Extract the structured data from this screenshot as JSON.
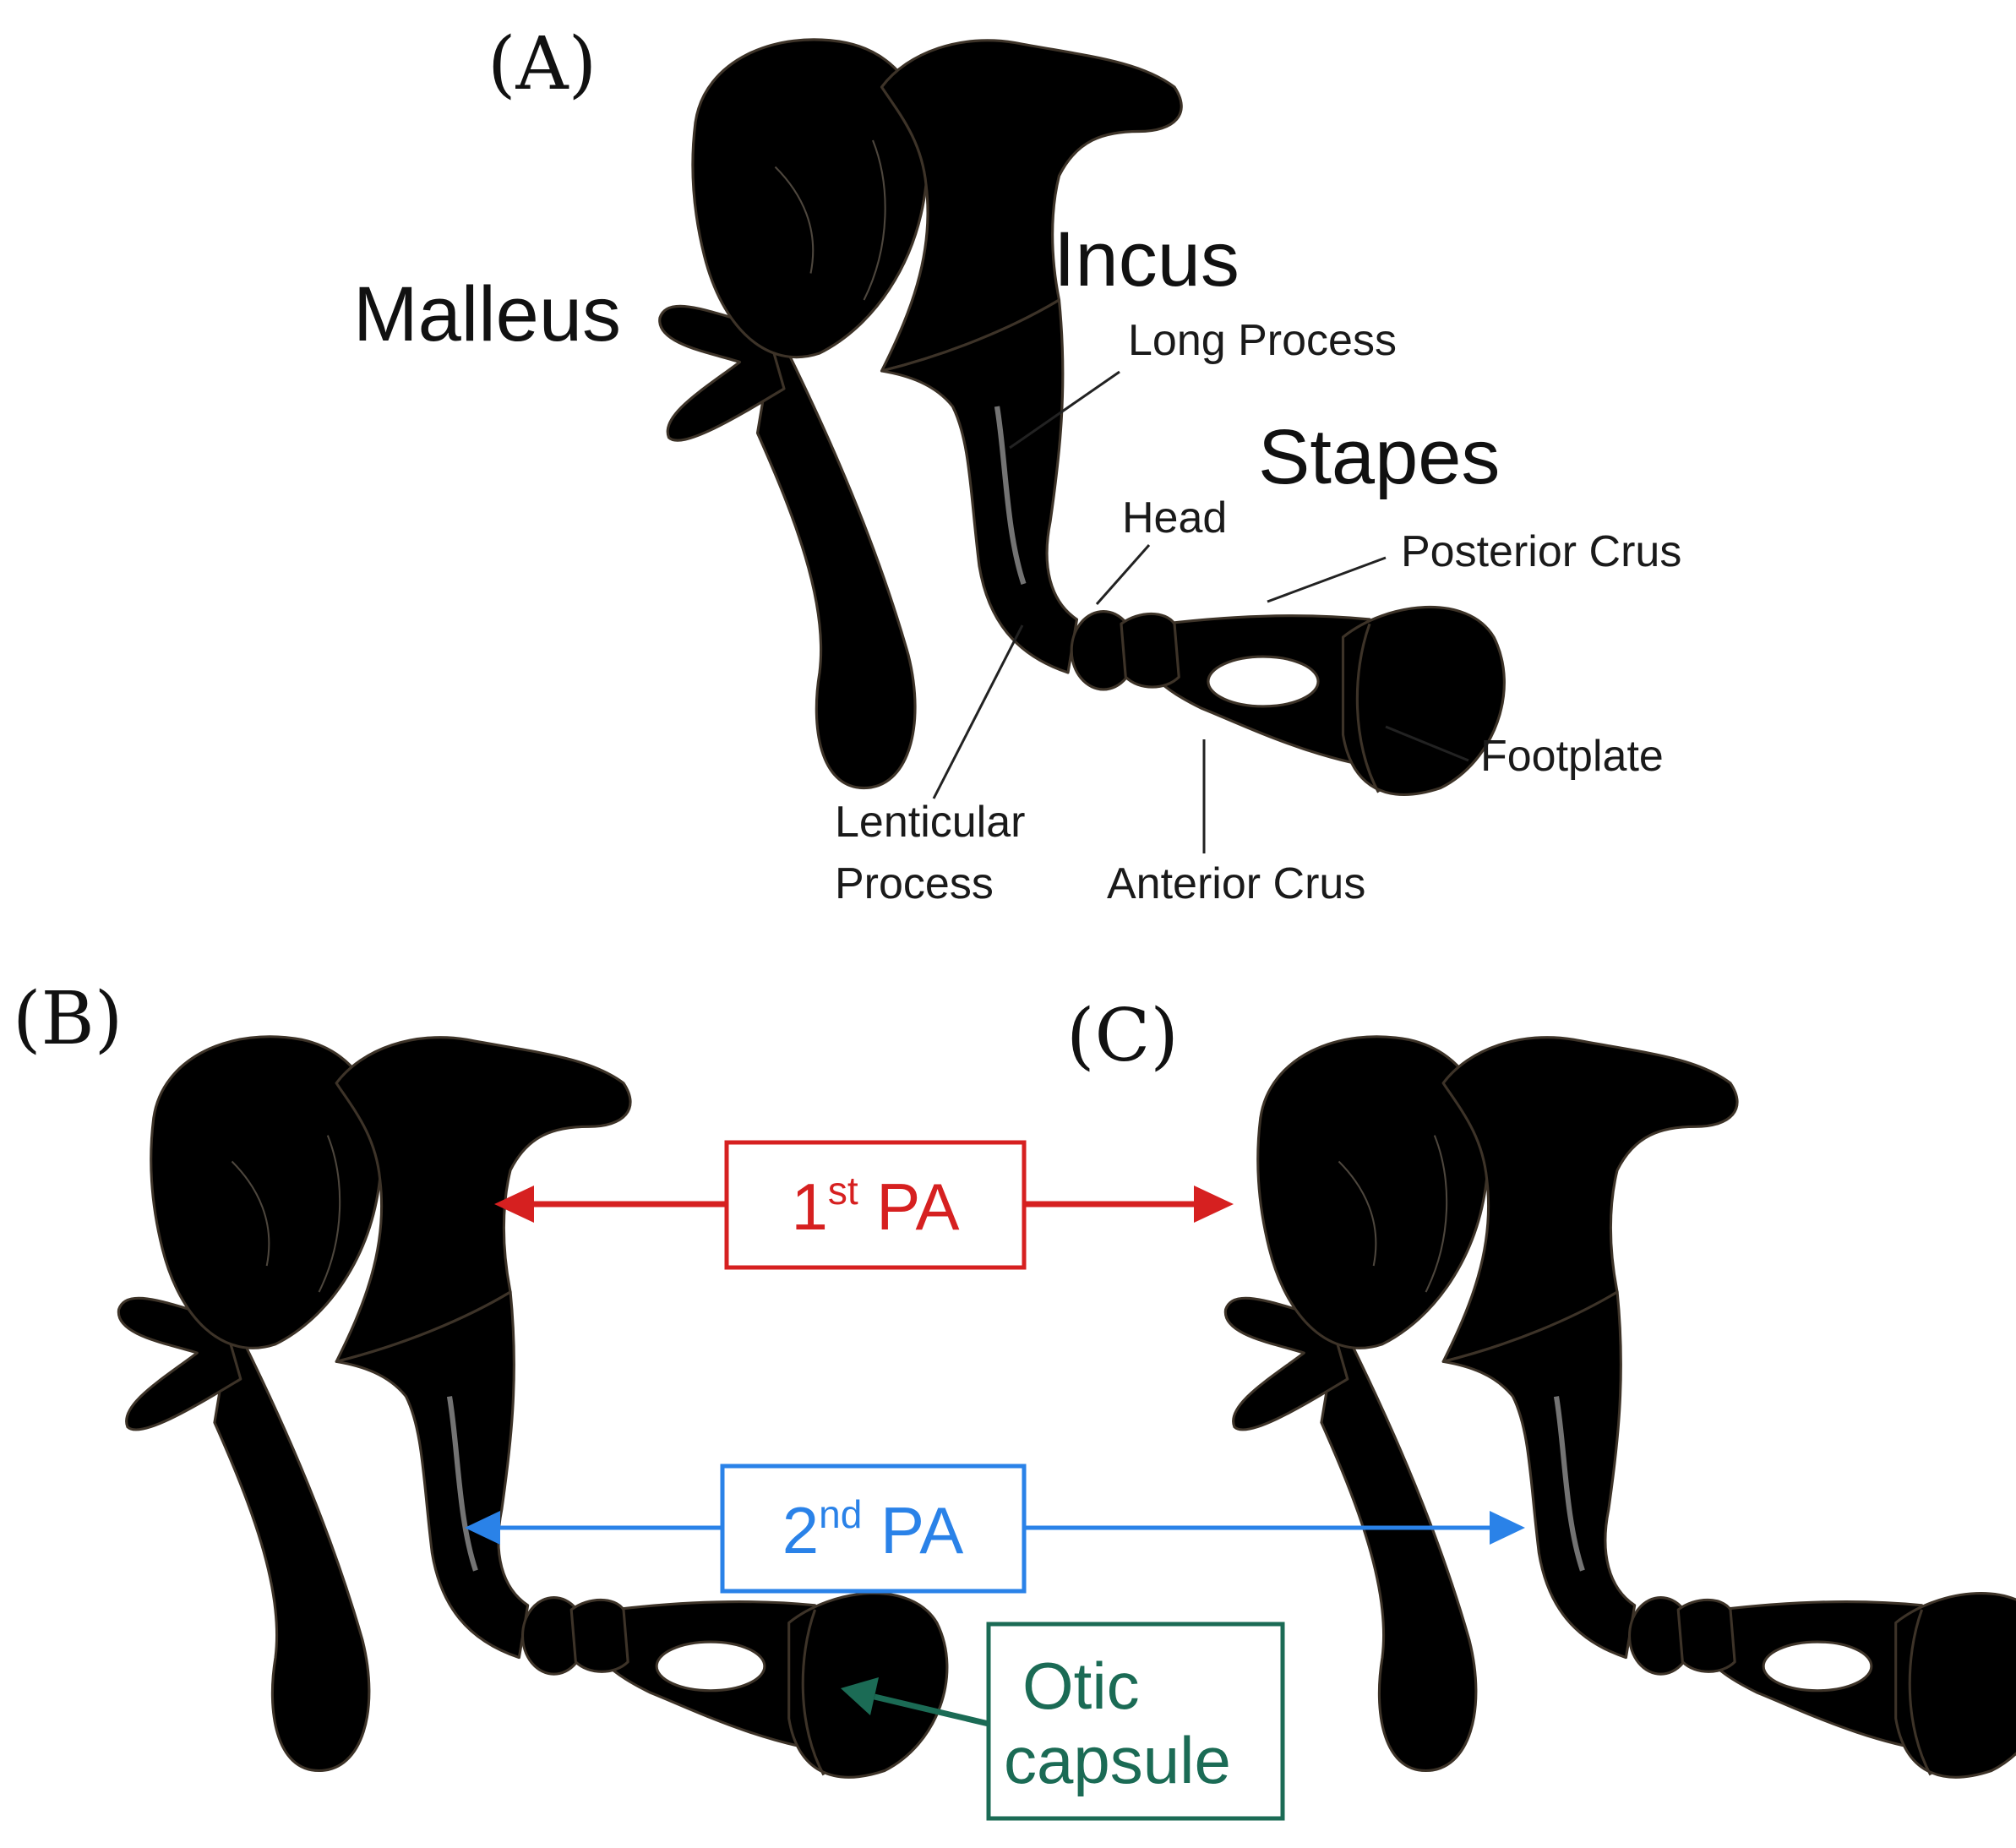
{
  "panels": {
    "a": {
      "label": "(A)"
    },
    "b": {
      "label": "(B)"
    },
    "c": {
      "label": "(C)"
    }
  },
  "bones": {
    "malleus": "Malleus",
    "incus": "Incus",
    "stapes": "Stapes"
  },
  "parts": {
    "long_process": "Long Process",
    "head": "Head",
    "posterior_crus": "Posterior Crus",
    "footplate": "Footplate",
    "lenticular_line1": "Lenticular",
    "lenticular_line2": "Process",
    "anterior_crus": "Anterior Crus"
  },
  "arches": {
    "first": {
      "number": "1",
      "suffix": "st",
      "label": "PA"
    },
    "second": {
      "number": "2",
      "suffix": "nd",
      "label": "PA"
    },
    "otic_line1": "Otic",
    "otic_line2": "capsule"
  },
  "colors": {
    "bone": "#ece4d6",
    "first_arch": "#f2888e",
    "second_arch": "#3cb8ec",
    "otic": "#1fb855",
    "first_box": "#d62020",
    "second_box": "#2a82e8",
    "otic_box": "#1b6b55"
  }
}
